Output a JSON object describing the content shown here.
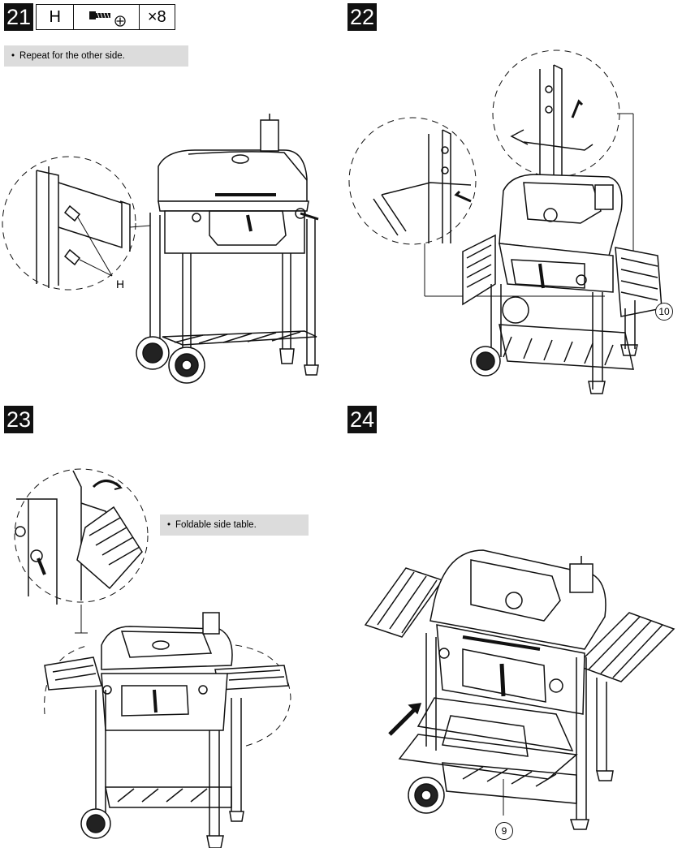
{
  "steps": [
    {
      "number": "21",
      "part_letter": "H",
      "part_qty": "×8",
      "note": "Repeat for the other side.",
      "label": "H"
    },
    {
      "number": "22",
      "callout": "10"
    },
    {
      "number": "23",
      "note": "Foldable side table."
    },
    {
      "number": "24",
      "callout": "9"
    }
  ],
  "icons": [
    "bolt-icon",
    "phillips-screwdriver-icon",
    "arrow-icon"
  ]
}
